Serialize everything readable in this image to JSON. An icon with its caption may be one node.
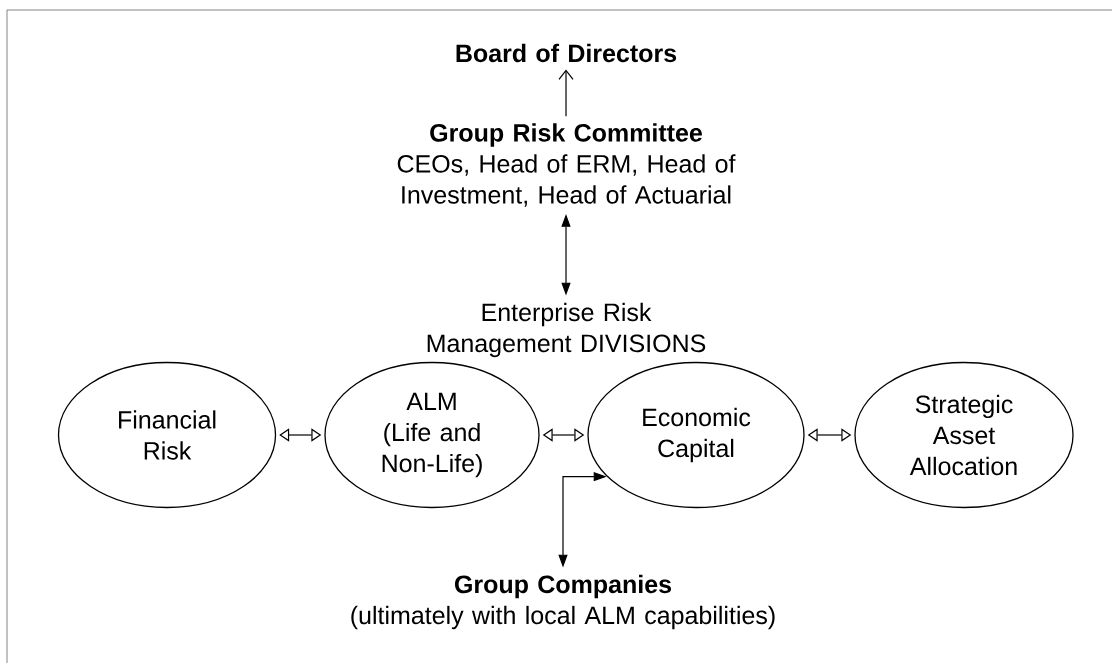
{
  "diagram": {
    "nodes": [
      {
        "text": [
          "Board of Directors"
        ]
      },
      {
        "text": [
          "Group Risk Committee",
          "CEOs, Head of ERM, Head of Investment, Head of Actuarial"
        ]
      },
      {
        "text": [
          "Enterprise Risk Management DIVISIONS"
        ]
      },
      {
        "text": [
          "Financial Risk"
        ]
      },
      {
        "text": [
          "ALM (Life and Non-Life)"
        ]
      },
      {
        "text": [
          "Economic Capital"
        ]
      },
      {
        "text": [
          "Strategic Asset Allocation"
        ]
      },
      {
        "text": [
          "Group Companies",
          "(ultimately with local ALM capabilities)"
        ]
      }
    ],
    "edges": [
      {
        "from": 1,
        "to": 0,
        "arrow": "to"
      },
      {
        "from": 1,
        "to": 2,
        "arrow": "both"
      },
      {
        "from": 3,
        "to": 4,
        "arrow": "both"
      },
      {
        "from": 4,
        "to": 5,
        "arrow": "both"
      },
      {
        "from": 5,
        "to": 6,
        "arrow": "both"
      },
      {
        "from": 5,
        "to": 7,
        "arrow": "both"
      }
    ]
  }
}
